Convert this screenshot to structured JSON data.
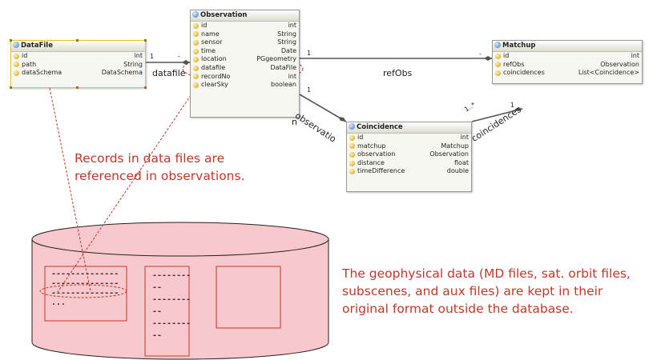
{
  "classes": {
    "datafile": {
      "name": "DataFile",
      "fields": [
        {
          "name": "id",
          "type": "int"
        },
        {
          "name": "path",
          "type": "String"
        },
        {
          "name": "dataSchema",
          "type": "DataSchema"
        }
      ]
    },
    "observation": {
      "name": "Observation",
      "fields": [
        {
          "name": "id",
          "type": "int"
        },
        {
          "name": "name",
          "type": "String"
        },
        {
          "name": "sensor",
          "type": "String"
        },
        {
          "name": "time",
          "type": "Date"
        },
        {
          "name": "location",
          "type": "PGgeometry"
        },
        {
          "name": "datafile",
          "type": "DataFile"
        },
        {
          "name": "recordNo",
          "type": "int"
        },
        {
          "name": "clearSky",
          "type": "boolean"
        }
      ]
    },
    "matchup": {
      "name": "Matchup",
      "fields": [
        {
          "name": "id",
          "type": "int"
        },
        {
          "name": "refObs",
          "type": "Observation"
        },
        {
          "name": "coincidences",
          "type": "List<Coincidence>"
        }
      ]
    },
    "coincidence": {
      "name": "Coincidence",
      "fields": [
        {
          "name": "id",
          "type": "int"
        },
        {
          "name": "matchup",
          "type": "Matchup"
        },
        {
          "name": "observation",
          "type": "Observation"
        },
        {
          "name": "distance",
          "type": "float"
        },
        {
          "name": "timeDifference",
          "type": "double"
        }
      ]
    }
  },
  "associations": {
    "datafile_label": "datafile",
    "refobs_label": "refObs",
    "observation_label_1": "observatio",
    "observation_label_2": "n",
    "coincidences_label": "coincidences",
    "mult_one": "1",
    "mult_many": "1..*",
    "mult_dash": "-"
  },
  "notes": {
    "records_line1": "Records in data files are",
    "records_line2": "referenced in observations.",
    "geo_line1": "The geophysical data (MD files, sat. orbit files,",
    "geo_line2": "subscenes, and aux files) are kept in their",
    "geo_line3": "original format outside the database."
  },
  "file_records": {
    "file1": [
      "--------------",
      "--------------",
      "--------------",
      "..."
    ],
    "file2": [
      "--------",
      "--",
      "--------",
      "--",
      "--------",
      "--"
    ]
  },
  "colors": {
    "cylinder_fill": "#f8c8cc",
    "cylinder_stroke": "#222222",
    "annotation_red": "#c0392b",
    "file_box_stroke": "#c0392b"
  }
}
